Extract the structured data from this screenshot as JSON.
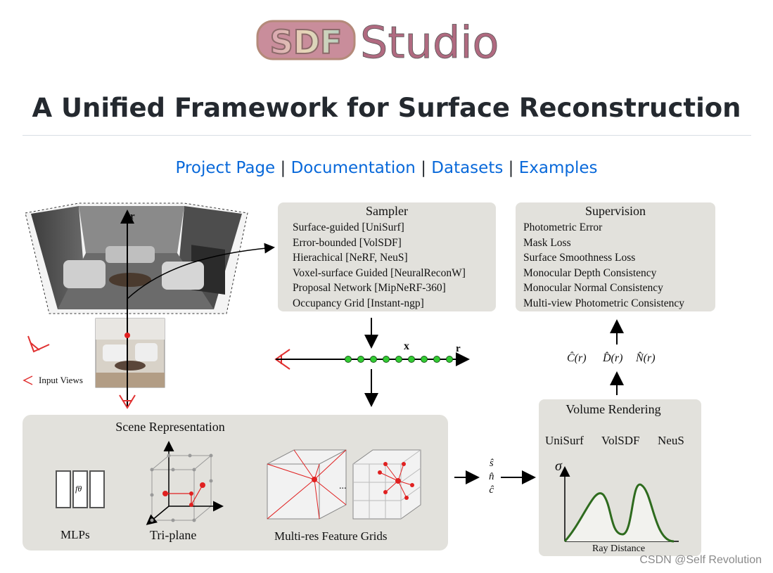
{
  "header": {
    "logo_part1": "SDF",
    "logo_part2": "Studio",
    "title": "A Unified Framework for Surface Reconstruction"
  },
  "nav": {
    "links": [
      "Project Page",
      "Documentation",
      "Datasets",
      "Examples"
    ],
    "separator": "|"
  },
  "diagram": {
    "room_axis_label": "r",
    "input_views_label": "Input Views",
    "sampler": {
      "title": "Sampler",
      "items": [
        "Surface-guided [UniSurf]",
        "Error-bounded [VolSDF]",
        "Hierachical [NeRF, NeuS]",
        "Voxel-surface Guided [NeuralReconW]",
        "Proposal Network [MipNeRF-360]",
        "Occupancy Grid [Instant-ngp]"
      ]
    },
    "ray": {
      "x_label": "x",
      "r_label": "r"
    },
    "supervision": {
      "title": "Supervision",
      "items": [
        "Photometric Error",
        "Mask Loss",
        "Surface Smoothness Loss",
        "Monocular Depth Consistency",
        "Monocular Normal Consistency",
        "Multi-view Photometric Consistency"
      ]
    },
    "outputs": [
      "Ĉ(r)",
      "D̂(r)",
      "N̂(r)"
    ],
    "scene_representation": {
      "title": "Scene Representation",
      "mlp_symbol": "fθ",
      "labels": [
        "MLPs",
        "Tri-plane",
        "Multi-res Feature Grids"
      ],
      "ellipsis": "..."
    },
    "features": [
      "ŝ",
      "n̂",
      "ĉ"
    ],
    "volume_rendering": {
      "title": "Volume Rendering",
      "methods": [
        "UniSurf",
        "VolSDF",
        "NeuS"
      ],
      "y_label": "σ",
      "x_label": "Ray Distance"
    }
  },
  "watermark": "CSDN @Self Revolution",
  "colors": {
    "link": "#0969da",
    "box": "#e2e1dc",
    "sample_point": "#33cc33",
    "curve": "#2e6b1e",
    "camera": "#e03030"
  }
}
